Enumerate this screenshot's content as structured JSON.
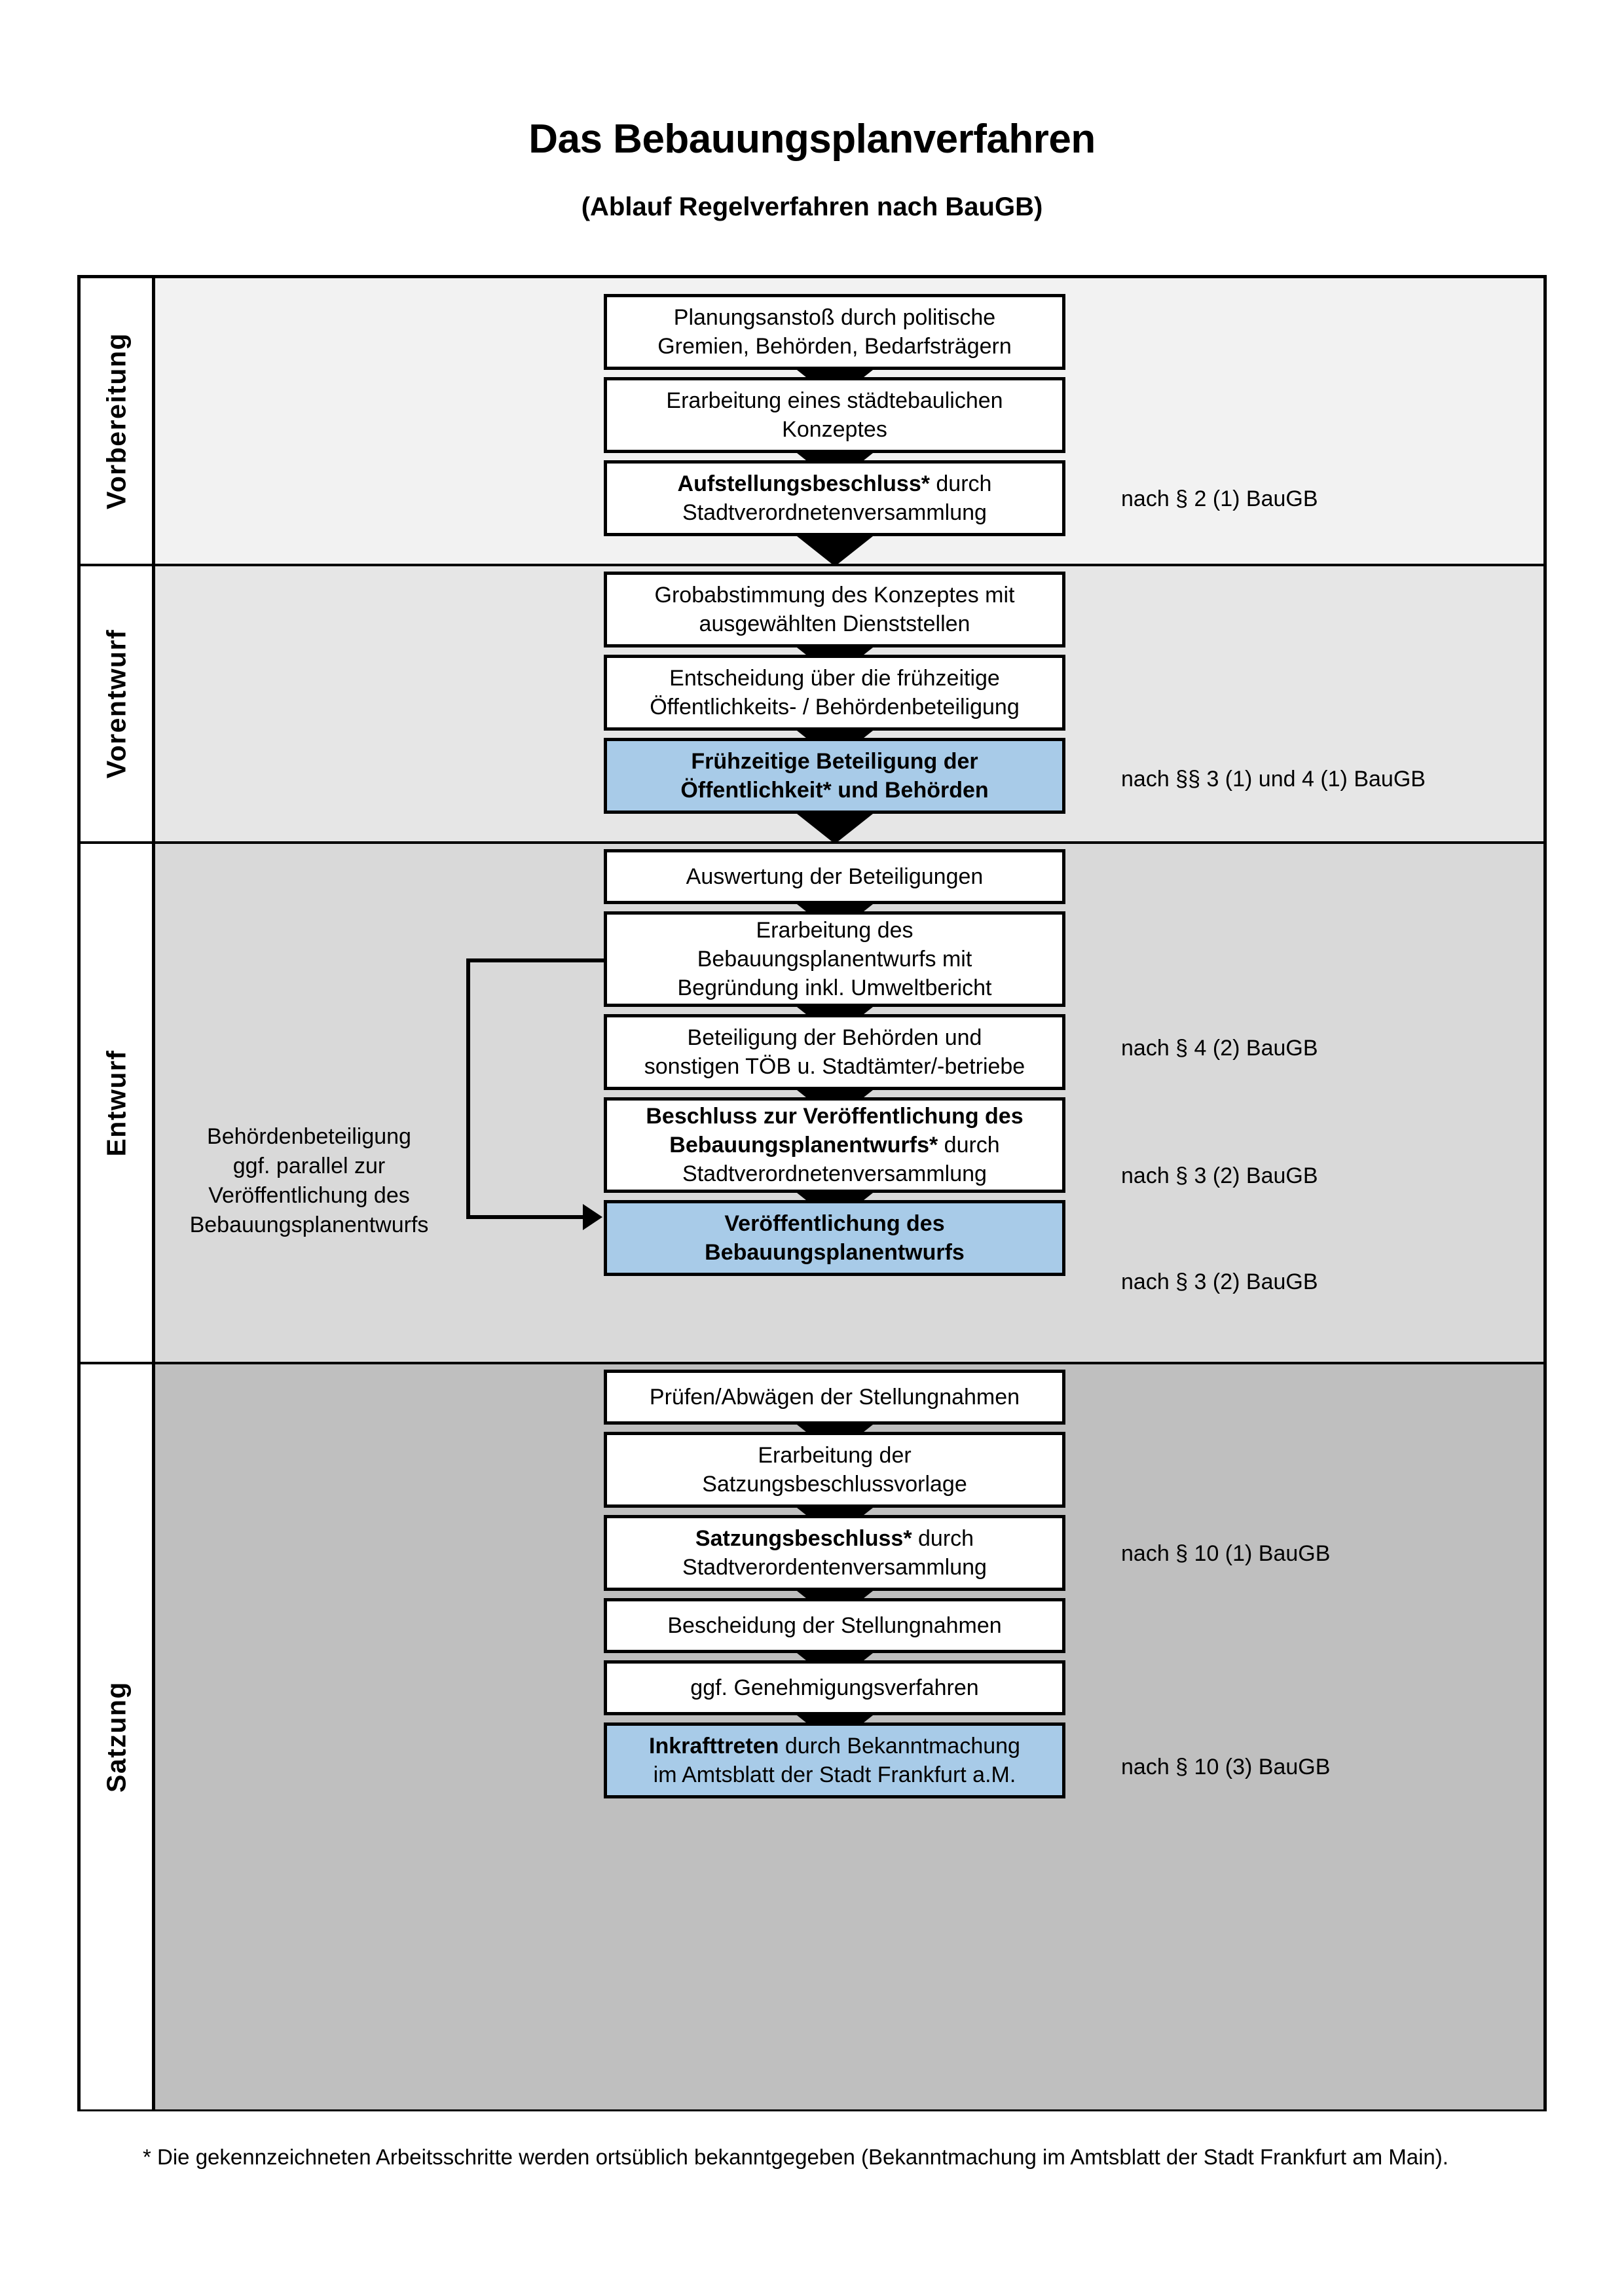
{
  "header": {
    "title": "Das Bebauungsplanverfahren",
    "subtitle": "(Ablauf Regelverfahren nach BauGB)"
  },
  "phases": [
    {
      "label": "Vorbereitung",
      "shade": "#F2F2F2",
      "steps": [
        {
          "text": "Planungsanstoß durch politische Gremien, Behörden, Bedarfsträgern",
          "bold_prefix": "",
          "highlight": false
        },
        {
          "text": "Erarbeitung eines städtebaulichen Konzeptes",
          "bold_prefix": "",
          "highlight": false
        },
        {
          "text": "Aufstellungsbeschluss* durch Stadtverordnetenversammlung",
          "bold_prefix": "Aufstellungsbeschluss*",
          "highlight": false
        }
      ],
      "law_refs": [
        "nach § 2 (1) BauGB"
      ]
    },
    {
      "label": "Vorentwurf",
      "shade": "#E6E6E6",
      "steps": [
        {
          "text": "Grobabstimmung des Konzeptes mit ausgewählten Dienststellen",
          "bold_prefix": "",
          "highlight": false
        },
        {
          "text": "Entscheidung über die frühzeitige Öffentlichkeits- / Behördenbeteiligung",
          "bold_prefix": "",
          "highlight": false
        },
        {
          "text": "Frühzeitige Beteiligung der Öffentlichkeit* und Behörden",
          "bold_prefix": "ALL",
          "highlight": true
        }
      ],
      "law_refs": [
        "nach §§ 3 (1) und 4 (1) BauGB"
      ]
    },
    {
      "label": "Entwurf",
      "shade": "#D9D9D9",
      "side_note": "Behördenbeteiligung ggf. parallel zur Veröffentlichung des Bebauungsplanentwurfs",
      "steps": [
        {
          "text": "Auswertung der Beteiligungen",
          "bold_prefix": "",
          "highlight": false
        },
        {
          "text": "Erarbeitung des Bebauungsplanentwurfs mit Begründung inkl. Umweltbericht",
          "bold_prefix": "",
          "highlight": false
        },
        {
          "text": "Beteiligung der Behörden und sonstigen TÖB u. Stadtämter/-betriebe",
          "bold_prefix": "",
          "highlight": false
        },
        {
          "text": "Beschluss zur Veröffentlichung des Bebauungsplanentwurfs* durch Stadtverordnetenversammlung",
          "bold_prefix": "Beschluss zur Veröffentlichung des Bebauungsplanentwurfs*",
          "highlight": false
        },
        {
          "text": "Veröffentlichung des Bebauungsplanentwurfs",
          "bold_prefix": "ALL",
          "highlight": true
        }
      ],
      "law_refs": [
        "nach § 4 (2) BauGB",
        "nach § 3 (2) BauGB",
        "nach § 3 (2) BauGB"
      ]
    },
    {
      "label": "Satzung",
      "shade": "#BFBFBF",
      "steps": [
        {
          "text": "Prüfen/Abwägen der Stellungnahmen",
          "bold_prefix": "",
          "highlight": false
        },
        {
          "text": "Erarbeitung der Satzungsbeschlussvorlage",
          "bold_prefix": "",
          "highlight": false
        },
        {
          "text": "Satzungsbeschluss* durch Stadtverordentenversammlung",
          "bold_prefix": "Satzungsbeschluss*",
          "highlight": false
        },
        {
          "text": "Bescheidung der Stellungnahmen",
          "bold_prefix": "",
          "highlight": false
        },
        {
          "text": "ggf. Genehmigungsverfahren",
          "bold_prefix": "",
          "highlight": false
        },
        {
          "text": "Inkrafttreten durch Bekanntmachung im Amtsblatt der Stadt Frankfurt a.M.",
          "bold_prefix": "Inkrafttreten",
          "highlight": true
        }
      ],
      "law_refs": [
        "nach § 10 (1) BauGB",
        "nach § 10 (3) BauGB"
      ]
    }
  ],
  "steps_flat": {
    "s0": "Planungsanstoß durch politische",
    "s0b": "Gremien, Behörden, Bedarfsträgern",
    "s1": "Erarbeitung eines städtebaulichen",
    "s1b": "Konzeptes",
    "s2a": "Aufstellungsbeschluss*",
    "s2b": " durch",
    "s2c": "Stadtverordnetenversammlung",
    "s3": "Grobabstimmung des Konzeptes mit",
    "s3b": "ausgewählten Dienststellen",
    "s4": "Entscheidung über die frühzeitige",
    "s4b": "Öffentlichkeits- / Behördenbeteiligung",
    "s5": "Frühzeitige Beteiligung der",
    "s5b": "Öffentlichkeit* und Behörden",
    "s6": "Auswertung der Beteiligungen",
    "s7": "Erarbeitung des",
    "s7b": "Bebauungsplanentwurfs mit",
    "s7c": "Begründung inkl. Umweltbericht",
    "s8": "Beteiligung der Behörden und",
    "s8b": "sonstigen TÖB u. Stadtämter/-betriebe",
    "s9a": "Beschluss zur Veröffentlichung des",
    "s9b": "Bebauungsplanentwurfs*",
    "s9c": " durch",
    "s9d": "Stadtverordnetenversammlung",
    "s10": "Veröffentlichung des",
    "s10b": "Bebauungsplanentwurfs",
    "s11": "Prüfen/Abwägen der Stellungnahmen",
    "s12": "Erarbeitung der",
    "s12b": "Satzungsbeschlussvorlage",
    "s13a": "Satzungsbeschluss*",
    "s13b": " durch",
    "s13c": "Stadtverordentenversammlung",
    "s14": "Bescheidung der Stellungnahmen",
    "s15": "ggf. Genehmigungsverfahren",
    "s16a": "Inkrafttreten",
    "s16b": " durch Bekanntmachung",
    "s16c": "im Amtsblatt der Stadt Frankfurt a.M."
  },
  "side_note": {
    "l1": "Behördenbeteiligung",
    "l2": "ggf. parallel zur",
    "l3": "Veröffentlichung des",
    "l4": "Bebauungsplanentwurfs"
  },
  "law_refs": {
    "r1": "nach § 2 (1) BauGB",
    "r2": "nach §§ 3 (1) und 4 (1) BauGB",
    "r3": "nach § 4 (2) BauGB",
    "r4": "nach § 3 (2) BauGB",
    "r5": "nach § 3 (2) BauGB",
    "r6": "nach § 10 (1) BauGB",
    "r7": "nach § 10 (3) BauGB"
  },
  "phase_labels": {
    "p1": "Vorbereitung",
    "p2": "Vorentwurf",
    "p3": "Entwurf",
    "p4": "Satzung"
  },
  "footnote": {
    "text": "* Die gekennzeichneten Arbeitsschritte werden ortsüblich bekanntgegeben (Bekanntmachung im Amtsblatt  der Stadt Frankfurt am Main)."
  },
  "colors": {
    "highlight_blue": "#A8CBE8",
    "band_1": "#F2F2F2",
    "band_2": "#E6E6E6",
    "band_3": "#D9D9D9",
    "band_4": "#BFBFBF",
    "stroke": "#000000"
  }
}
